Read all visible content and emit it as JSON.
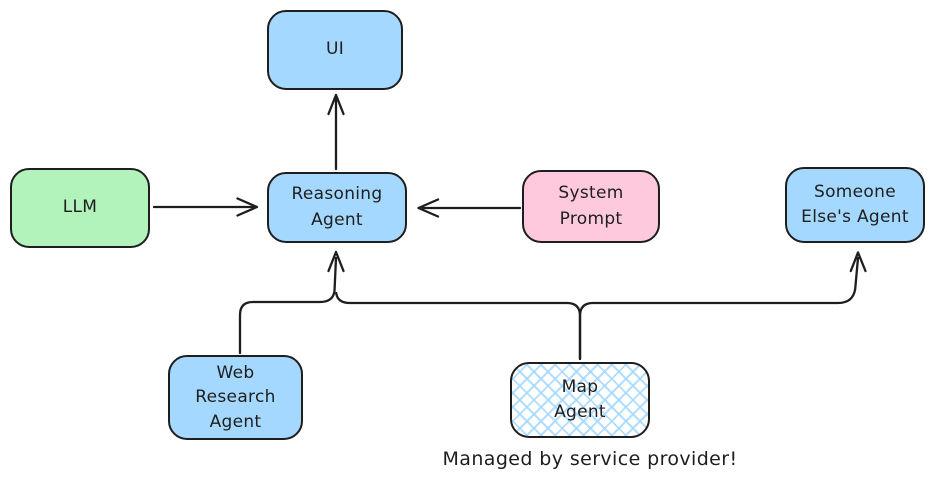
{
  "nodes": {
    "ui": {
      "label": "UI",
      "fill": "#a5d8ff"
    },
    "llm": {
      "label": "LLM",
      "fill": "#b2f2bb"
    },
    "reasoning_agent": {
      "label": "Reasoning\nAgent",
      "fill": "#a5d8ff"
    },
    "system_prompt": {
      "label": "System\nPrompt",
      "fill": "#ffc9dd"
    },
    "someone_elses_agent": {
      "label": "Someone\nElse's Agent",
      "fill": "#a5d8ff"
    },
    "web_research_agent": {
      "label": "Web\nResearch\nAgent",
      "fill": "#a5d8ff"
    },
    "map_agent": {
      "label": "Map\nAgent",
      "fill": "crosshatch #a5d8ff on white"
    }
  },
  "edges": [
    {
      "from": "reasoning_agent",
      "to": "ui"
    },
    {
      "from": "llm",
      "to": "reasoning_agent"
    },
    {
      "from": "system_prompt",
      "to": "reasoning_agent"
    },
    {
      "from": "web_research_agent",
      "to": "reasoning_agent"
    },
    {
      "from": "map_agent",
      "to": "reasoning_agent"
    },
    {
      "from": "map_agent",
      "to": "someone_elses_agent"
    }
  ],
  "caption": "Managed by service provider!",
  "colors": {
    "stroke": "#1e1e1e",
    "node_blue": "#a5d8ff",
    "node_green": "#b2f2bb",
    "node_pink": "#ffc9dd",
    "background": "#ffffff"
  }
}
